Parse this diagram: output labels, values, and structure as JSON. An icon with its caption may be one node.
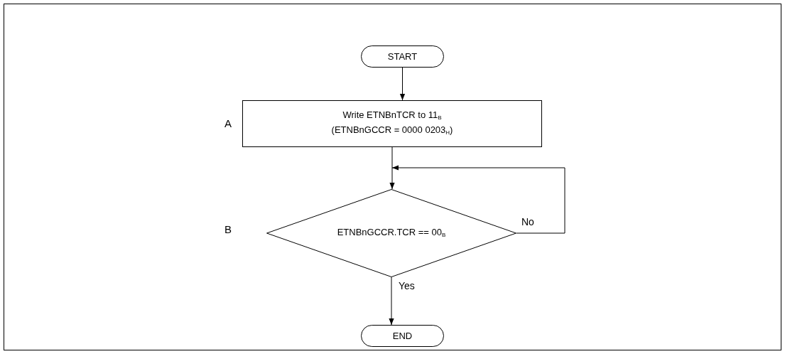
{
  "diagram": {
    "nodes": [
      {
        "text": [
          "START"
        ]
      },
      {
        "text": [
          "Write ETNBnTCR to 11$_{B}$ (ETNBnGCCR = 0000 0203$_{H}$)"
        ]
      },
      {
        "text": [
          "ETNBnGCCR.TCR == 00$_{B}$"
        ]
      },
      {
        "text": [
          "END"
        ]
      }
    ],
    "edges": [
      {
        "from": 0,
        "to": 1,
        "arrow": "to"
      },
      {
        "from": 1,
        "to": 2,
        "arrow": "to"
      },
      {
        "from": 2,
        "to": 2,
        "arrow": "to",
        "label": "No"
      },
      {
        "from": 2,
        "to": 3,
        "arrow": "to",
        "label": "Yes"
      }
    ],
    "labels": [
      "A",
      "B"
    ]
  }
}
